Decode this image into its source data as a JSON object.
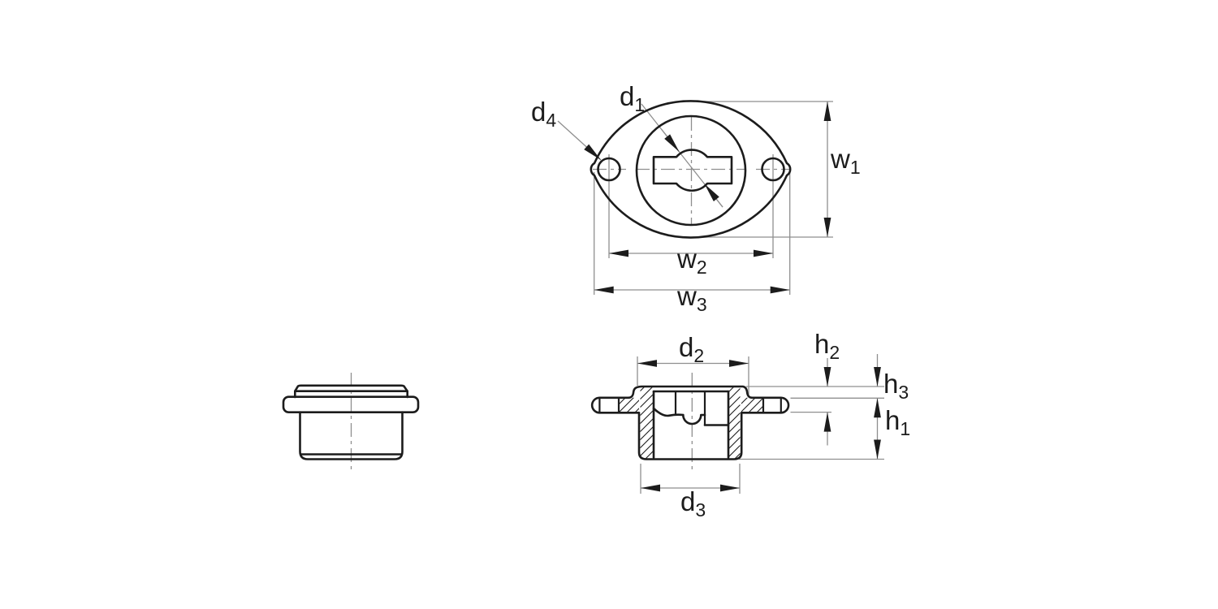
{
  "drawing": {
    "background": "#ffffff",
    "colors": {
      "outline": "#1c1c1c",
      "thin_lines": "#8f8f8f",
      "text": "#1c1c1c"
    },
    "dimension_labels": {
      "d1": {
        "base": "d",
        "sub": "1"
      },
      "d2": {
        "base": "d",
        "sub": "2"
      },
      "d3": {
        "base": "d",
        "sub": "3"
      },
      "d4": {
        "base": "d",
        "sub": "4"
      },
      "w1": {
        "base": "w",
        "sub": "1"
      },
      "w2": {
        "base": "w",
        "sub": "2"
      },
      "w3": {
        "base": "w",
        "sub": "3"
      },
      "h1": {
        "base": "h",
        "sub": "1"
      },
      "h2": {
        "base": "h",
        "sub": "2"
      },
      "h3": {
        "base": "h",
        "sub": "3"
      }
    }
  }
}
